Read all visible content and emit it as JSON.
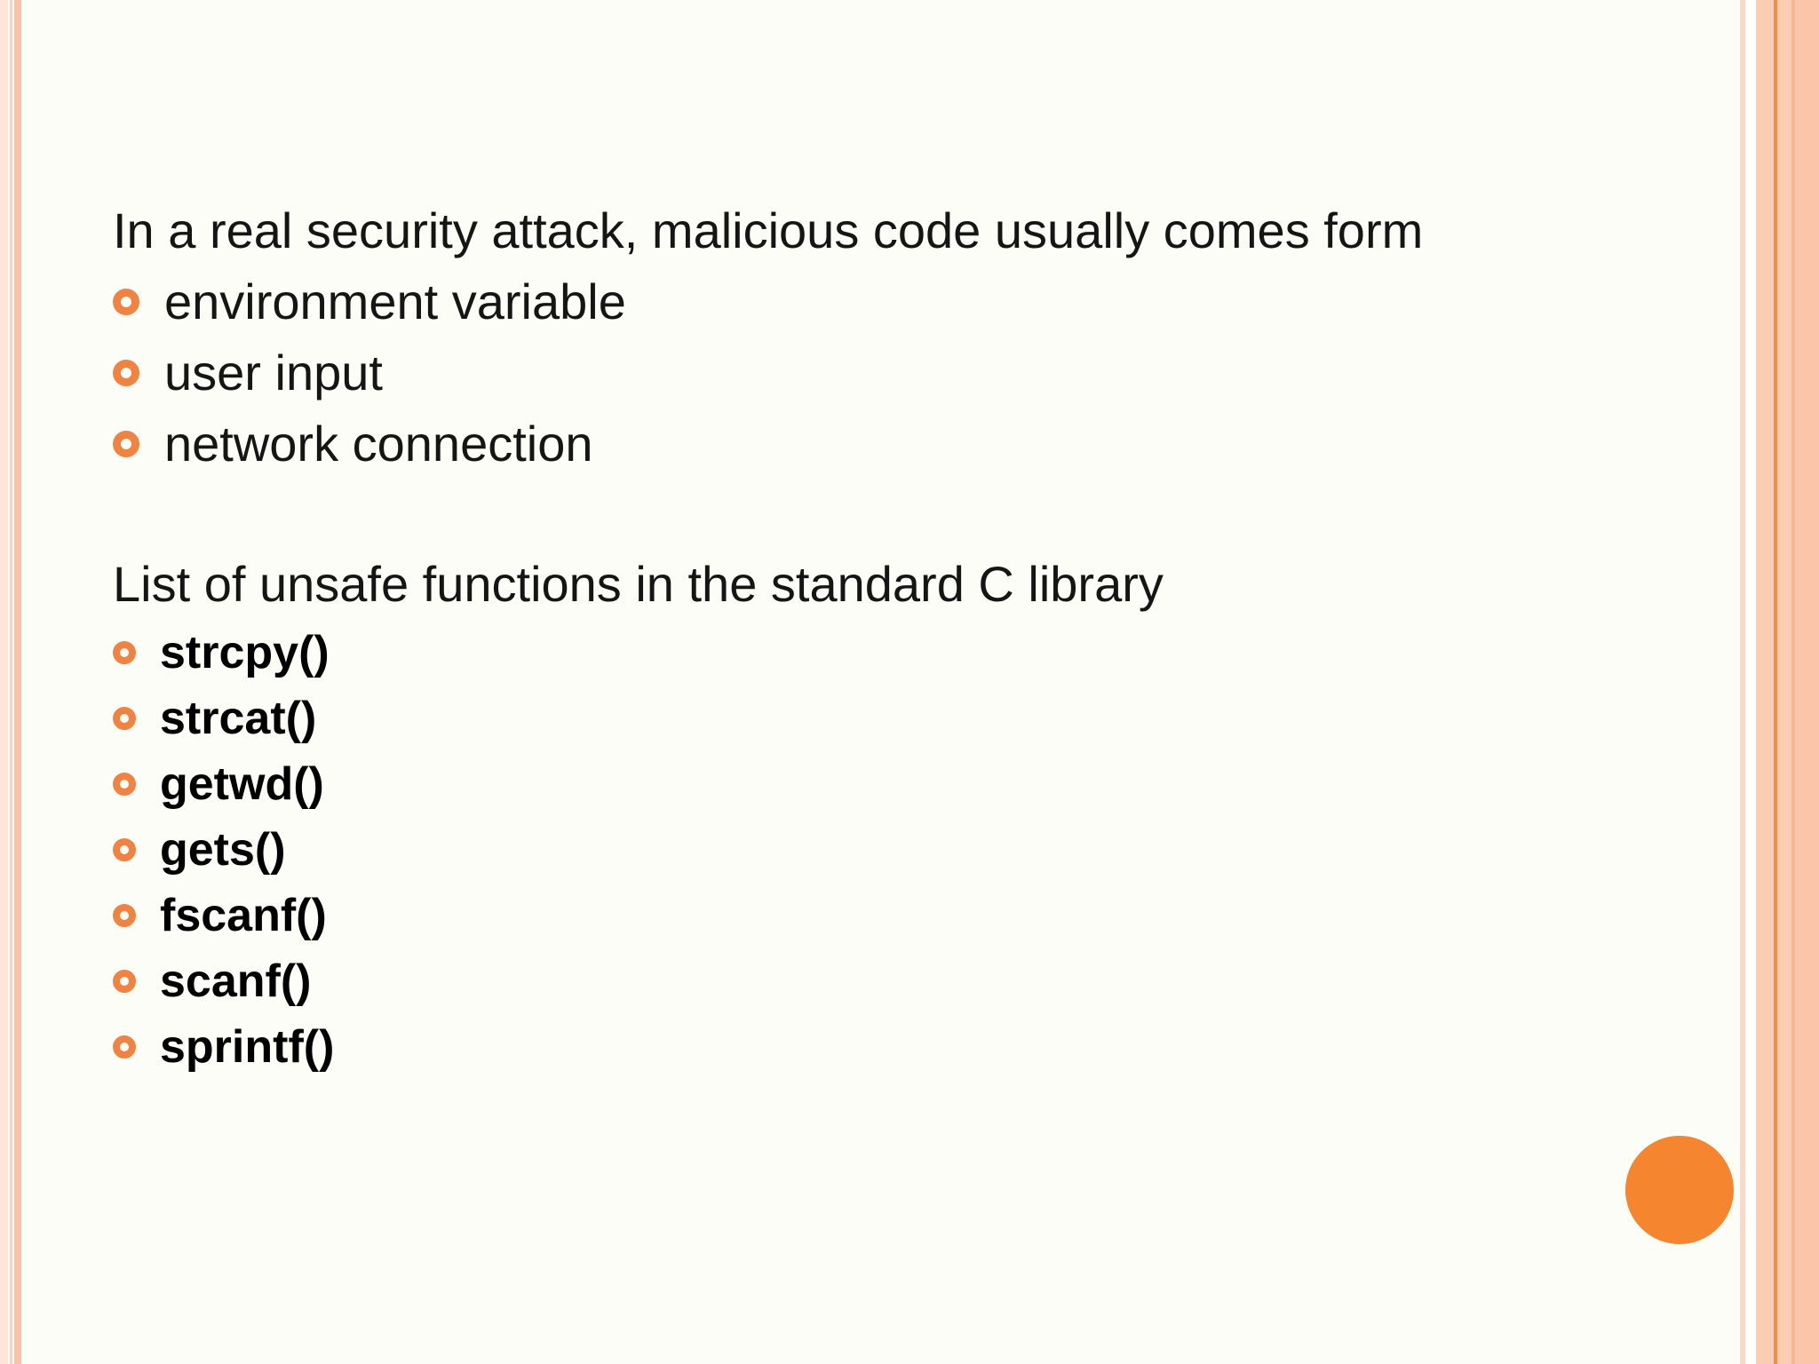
{
  "slide": {
    "sections": [
      {
        "lead": "In a real security attack, malicious code usually comes form",
        "items": [
          "environment variable",
          "user input",
          "network connection"
        ],
        "style": "normal"
      },
      {
        "lead": "List of unsafe functions in the standard C library",
        "items": [
          "strcpy()",
          "strcat()",
          "getwd()",
          "gets()",
          "fscanf()",
          "scanf()",
          "sprintf()"
        ],
        "style": "bold"
      }
    ],
    "bullet_icon": "orange-ring",
    "decoration": "orange-circle-bottom-right",
    "colors": {
      "background": "#fcfdf7",
      "text": "#151515",
      "bold_text": "#000000",
      "bullet_ring": "#f08342",
      "circle_fill": "#f5852f",
      "stripe_peach": "#fbcdb2",
      "stripe_light_peach": "#fbd9c6",
      "stripe_dark_line": "#ef8f4e",
      "stripe_left_light": "#fde6d8",
      "stripe_left_mid": "#fbd3bc",
      "stripe_left_strong": "#f9c3a6"
    }
  }
}
